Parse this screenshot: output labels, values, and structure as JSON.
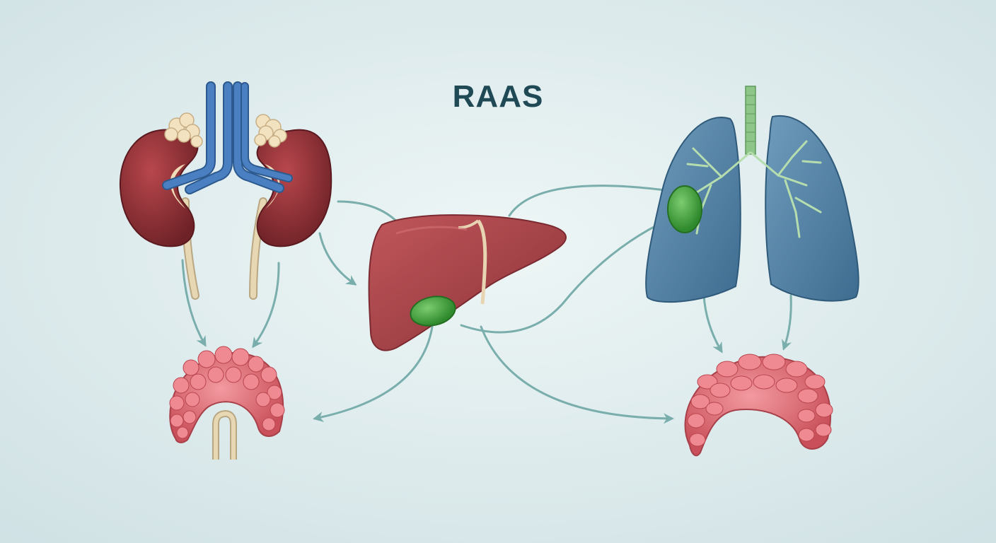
{
  "diagram": {
    "title": "RAAS",
    "colors": {
      "background": "#e3eff1",
      "arrow": "#7aaeac",
      "kidney": "#8e2f35",
      "vessel": "#3b6fb0",
      "liver": "#a7464b",
      "gallbladder": "#3f9a3a",
      "lung": "#4f7ea0",
      "bronchi": "#a7d3a4",
      "glands": "#d96870",
      "ureter": "#e4d2ad"
    },
    "organs": [
      {
        "id": "kidneys",
        "icon": "kidneys-with-adrenal-glands-icon"
      },
      {
        "id": "liver",
        "icon": "liver-with-gallbladder-icon"
      },
      {
        "id": "lungs",
        "icon": "lungs-with-trachea-icon"
      },
      {
        "id": "left-gland",
        "icon": "gland-with-ducts-icon"
      },
      {
        "id": "right-gland",
        "icon": "gland-icon"
      }
    ]
  }
}
